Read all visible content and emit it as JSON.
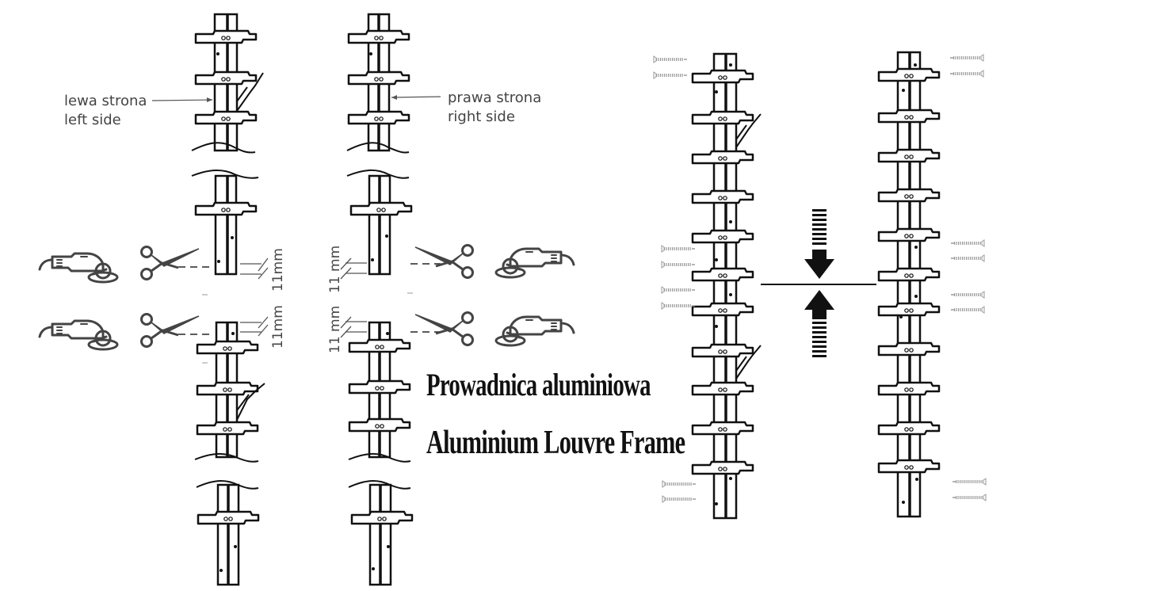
{
  "labels": {
    "left_pl": "lewa strona",
    "left_en": "left side",
    "right_pl": "prawa strona",
    "right_en": "right side"
  },
  "dimensions": {
    "left_top": "11mm",
    "left_bottom": "11mm",
    "right_top": "11 mm",
    "right_bottom": "11 mm"
  },
  "title": {
    "line1": "Prowadnica aluminiowa",
    "line2": "Aluminium Louvre Frame"
  },
  "icons": [
    "angle-grinder-icon",
    "scissors-icon",
    "screw-icon",
    "compress-arrows-icon"
  ],
  "colors": {
    "line": "#111111",
    "icon": "#444444",
    "screw": "#9a9a9a",
    "label": "#444444"
  }
}
